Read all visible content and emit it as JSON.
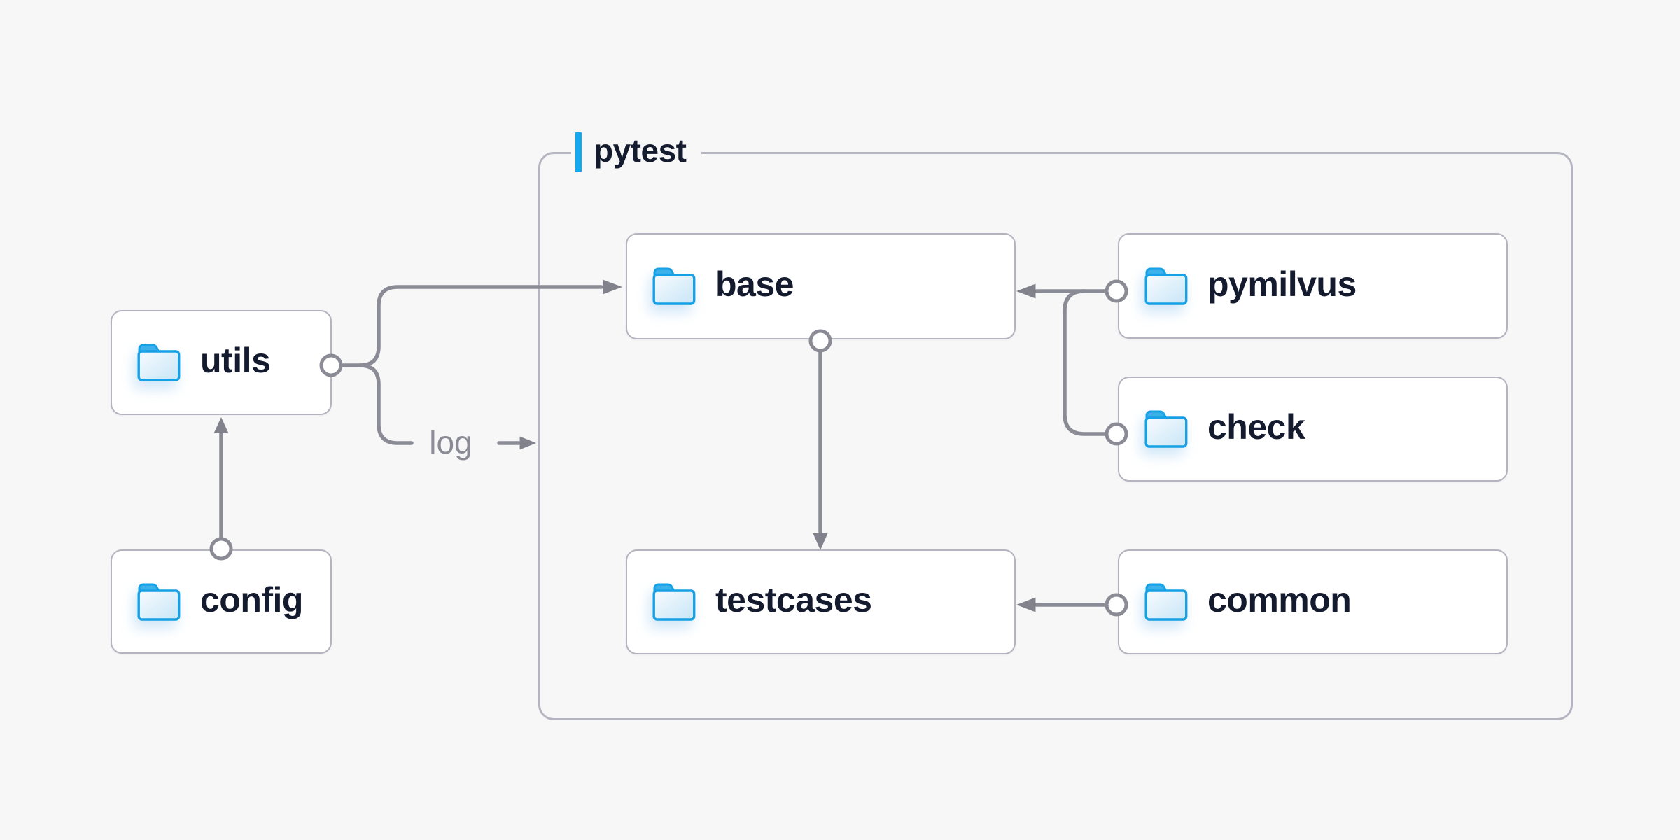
{
  "diagram": {
    "container": {
      "label": "pytest"
    },
    "edge_label": "log",
    "nodes": [
      {
        "id": "utils",
        "label": "utils",
        "icon": "folder-icon"
      },
      {
        "id": "config",
        "label": "config",
        "icon": "folder-icon"
      },
      {
        "id": "base",
        "label": "base",
        "icon": "folder-icon"
      },
      {
        "id": "pymilvus",
        "label": "pymilvus",
        "icon": "folder-icon"
      },
      {
        "id": "check",
        "label": "check",
        "icon": "folder-icon"
      },
      {
        "id": "testcases",
        "label": "testcases",
        "icon": "folder-icon"
      },
      {
        "id": "common",
        "label": "common",
        "icon": "folder-icon"
      }
    ],
    "edges": [
      {
        "from": "config",
        "to": "utils"
      },
      {
        "from": "utils",
        "to": "base"
      },
      {
        "from": "utils",
        "to": "pytest",
        "label": "log"
      },
      {
        "from": "pymilvus",
        "to": "base"
      },
      {
        "from": "check",
        "to": "base"
      },
      {
        "from": "base",
        "to": "testcases"
      },
      {
        "from": "common",
        "to": "testcases"
      }
    ],
    "colors": {
      "background": "#f7f7f8",
      "node_fill": "#ffffff",
      "node_border": "#b4b4c0",
      "container_border": "#b5b5c1",
      "connector": "#8b8b96",
      "arrowhead": "#82828d",
      "label_text": "#141b2f",
      "muted_text": "#8b8b96",
      "accent_blue": "#13a9ec",
      "folder_stroke": "#16a0e6"
    }
  }
}
